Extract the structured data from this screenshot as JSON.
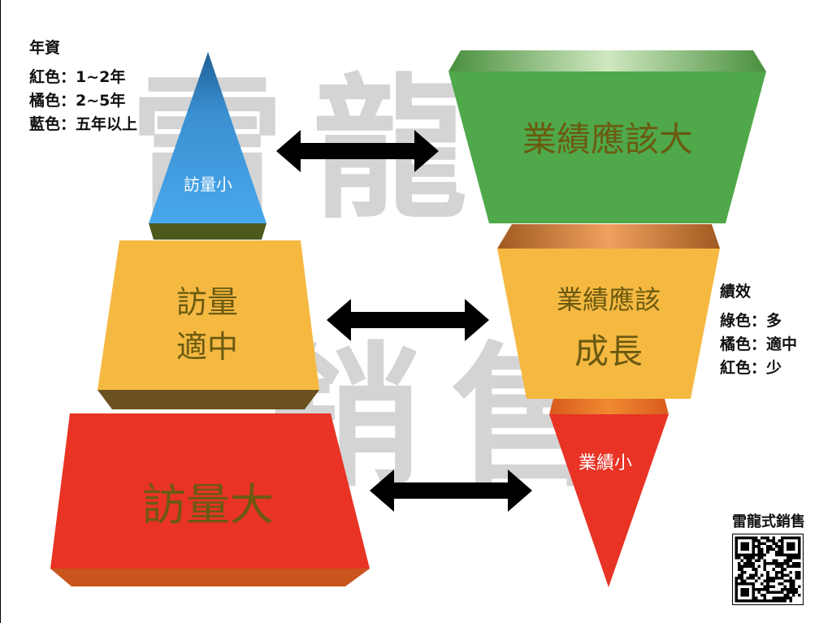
{
  "watermark": {
    "text": "雷龍式銷售",
    "color": "#d4d4d4"
  },
  "legend_years": {
    "title": "年資",
    "items": [
      "紅色：1~2年",
      "橘色：2~5年",
      "藍色：五年以上"
    ]
  },
  "legend_performance": {
    "title": "績效",
    "items": [
      "綠色：多",
      "橘色：適中",
      "紅色：少"
    ]
  },
  "left_stack": {
    "top": {
      "label": "訪量小",
      "color": "#3d9be0"
    },
    "middle": {
      "line1": "訪量",
      "line2": "適中",
      "color": "#f5b942"
    },
    "bottom": {
      "label": "訪量大",
      "color": "#e83325"
    }
  },
  "right_stack": {
    "top": {
      "label": "業績應該大",
      "color": "#4fa84a"
    },
    "middle": {
      "line1": "業績應該",
      "line2": "成長",
      "color": "#f5b942"
    },
    "bottom": {
      "label": "業績小",
      "color": "#e83325"
    }
  },
  "brand": {
    "label": "雷龍式銷售"
  },
  "colors": {
    "label_dark": "#6b5a10",
    "label_light": "#ffffff",
    "arrow": "#000000"
  }
}
